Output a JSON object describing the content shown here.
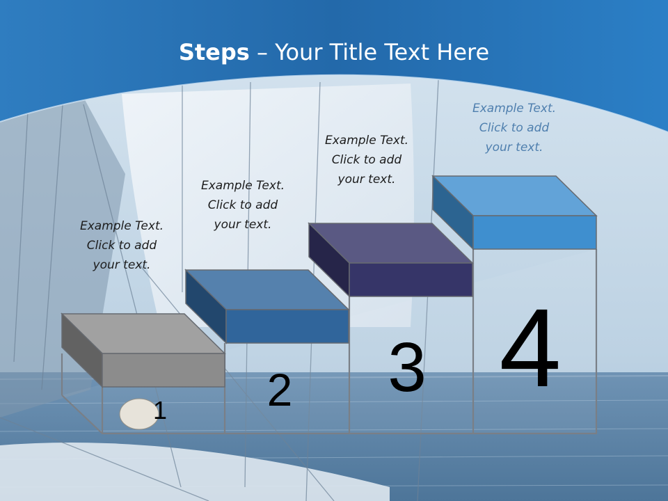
{
  "slide": {
    "title_bold": "Steps",
    "title_rest": " – Your Title Text Here"
  },
  "steps": [
    {
      "number": "1",
      "color": "#8c8c8c",
      "caption": [
        "Example Text.",
        "Click  to add",
        "your text."
      ]
    },
    {
      "number": "2",
      "color": "#30659b",
      "caption": [
        "Example Text.",
        "Click  to add",
        "your text."
      ]
    },
    {
      "number": "3",
      "color": "#363568",
      "caption": [
        "Example Text.",
        "Click  to add",
        "your text."
      ]
    },
    {
      "number": "4",
      "color": "#3f8fcf",
      "caption": [
        "Example Text.",
        "Click  to add",
        "your text."
      ]
    }
  ],
  "colors": {
    "header_blue": "#2a72b4",
    "background_sky": "#c6d8e6",
    "background_sea": "#5c86aa"
  }
}
